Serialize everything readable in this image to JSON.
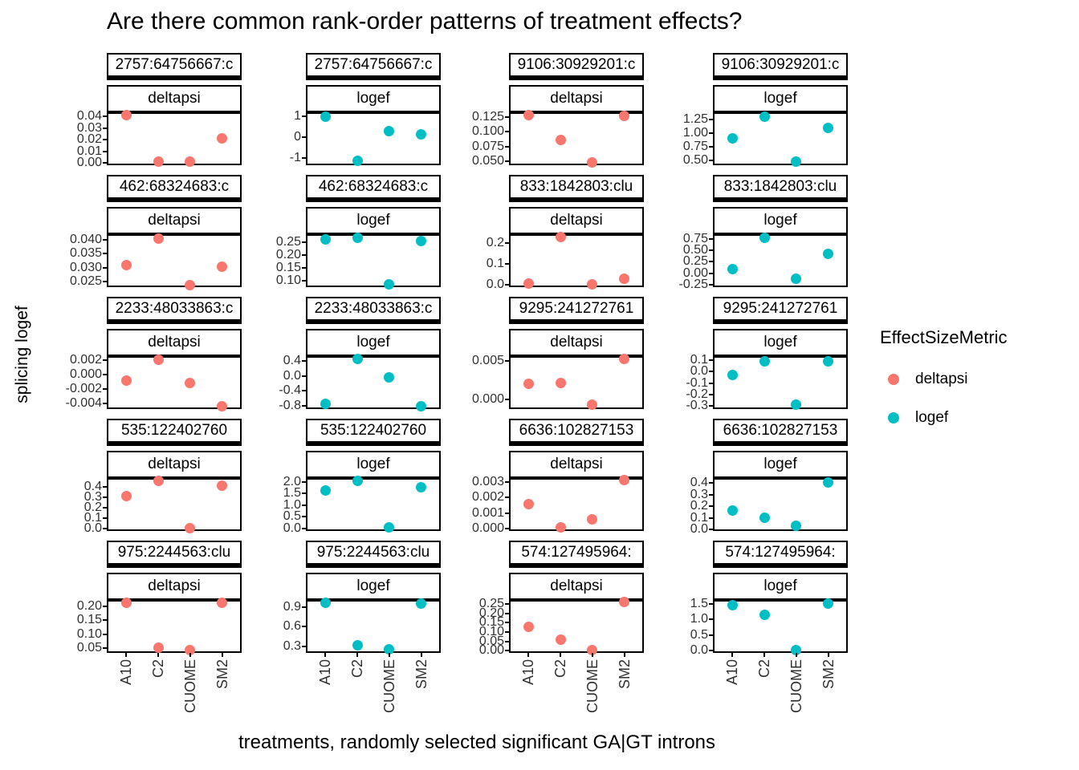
{
  "title": "Are there common rank-order patterns of treatment effects?",
  "axes": {
    "x_title": "treatments, randomly selected significant GA|GT introns",
    "y_title": "splicing logef"
  },
  "legend": {
    "title": "EffectSizeMetric",
    "entries": [
      {
        "label": "deltapsi",
        "color": "#F8766D"
      },
      {
        "label": "logef",
        "color": "#00BFC4"
      }
    ]
  },
  "chart_data": {
    "type": "scatter",
    "title": "Are there common rank-order patterns of treatment effects?",
    "xlabel": "treatments, randomly selected significant GA|GT introns",
    "ylabel": "splicing logef",
    "legend_position": "right",
    "grid": {
      "rows": 5,
      "cols": 4,
      "gridlines": false
    },
    "x_categories": [
      "A10",
      "C2",
      "CUOME",
      "SM2"
    ],
    "colors": {
      "deltapsi": "#F8766D",
      "logef": "#00BFC4"
    },
    "panels": [
      {
        "strip_intron": "2757:64756667:c",
        "strip_metric": "deltapsi",
        "yticks": [
          0.04,
          0.03,
          0.02,
          0.01,
          0.0
        ],
        "ytick_labels": [
          "0.04",
          "0.03",
          "0.02",
          "0.01",
          "0.00"
        ],
        "ylim": [
          -0.002,
          0.0435
        ],
        "values": [
          0.041,
          0.0008,
          0.0012,
          0.021
        ]
      },
      {
        "strip_intron": "2757:64756667:c",
        "strip_metric": "logef",
        "yticks": [
          1,
          0,
          -1
        ],
        "ytick_labels": [
          "1",
          "0",
          "-1"
        ],
        "ylim": [
          -1.35,
          1.2
        ],
        "values": [
          1.0,
          -1.15,
          0.3,
          0.15
        ]
      },
      {
        "strip_intron": "9106:30929201:c",
        "strip_metric": "deltapsi",
        "yticks": [
          0.125,
          0.1,
          0.075,
          0.05
        ],
        "ytick_labels": [
          "0.125",
          "0.100",
          "0.075",
          "0.050"
        ],
        "ylim": [
          0.043,
          0.133
        ],
        "values": [
          0.128,
          0.086,
          0.048,
          0.127
        ]
      },
      {
        "strip_intron": "9106:30929201:c",
        "strip_metric": "logef",
        "yticks": [
          1.25,
          1.0,
          0.75,
          0.5
        ],
        "ytick_labels": [
          "1.25",
          "1.00",
          "0.75",
          "0.50"
        ],
        "ylim": [
          0.41,
          1.38
        ],
        "values": [
          0.9,
          1.3,
          0.47,
          1.1
        ]
      },
      {
        "strip_intron": "462:68324683:c",
        "strip_metric": "deltapsi",
        "yticks": [
          0.04,
          0.035,
          0.03,
          0.025
        ],
        "ytick_labels": [
          "0.040",
          "0.035",
          "0.030",
          "0.025"
        ],
        "ylim": [
          0.023,
          0.042
        ],
        "values": [
          0.031,
          0.0405,
          0.0238,
          0.0302
        ]
      },
      {
        "strip_intron": "462:68324683:c",
        "strip_metric": "logef",
        "yticks": [
          0.25,
          0.2,
          0.15,
          0.1
        ],
        "ytick_labels": [
          "0.25",
          "0.20",
          "0.15",
          "0.10"
        ],
        "ylim": [
          0.075,
          0.28
        ],
        "values": [
          0.26,
          0.265,
          0.085,
          0.255
        ]
      },
      {
        "strip_intron": "833:1842803:clu",
        "strip_metric": "deltapsi",
        "yticks": [
          0.2,
          0.1,
          0.0
        ],
        "ytick_labels": [
          "0.2",
          "0.1",
          "0.0"
        ],
        "ylim": [
          -0.012,
          0.243
        ],
        "values": [
          0.004,
          0.23,
          0.002,
          0.03
        ]
      },
      {
        "strip_intron": "833:1842803:clu",
        "strip_metric": "logef",
        "yticks": [
          0.75,
          0.5,
          0.25,
          0.0,
          -0.25
        ],
        "ytick_labels": [
          "0.75",
          "0.50",
          "0.25",
          "0.00",
          "-0.25"
        ],
        "ylim": [
          -0.3,
          0.85
        ],
        "values": [
          0.1,
          0.78,
          -0.12,
          0.42
        ]
      },
      {
        "strip_intron": "2233:48033863:c",
        "strip_metric": "deltapsi",
        "yticks": [
          0.002,
          0.0,
          -0.002,
          -0.004
        ],
        "ytick_labels": [
          "0.002",
          "0.000",
          "-0.002",
          "-0.004"
        ],
        "ylim": [
          -0.0048,
          0.0026
        ],
        "values": [
          -0.0008,
          0.0021,
          -0.0012,
          -0.0044
        ]
      },
      {
        "strip_intron": "2233:48033863:c",
        "strip_metric": "logef",
        "yticks": [
          0.4,
          0.0,
          -0.4,
          -0.8
        ],
        "ytick_labels": [
          "0.4",
          "0.0",
          "-0.4",
          "-0.8"
        ],
        "ylim": [
          -0.88,
          0.52
        ],
        "values": [
          -0.75,
          0.45,
          -0.05,
          -0.8
        ]
      },
      {
        "strip_intron": "9295:241272761",
        "strip_metric": "deltapsi",
        "yticks": [
          0.005,
          0.0
        ],
        "ytick_labels": [
          "0.005",
          "0.000"
        ],
        "ylim": [
          -0.0012,
          0.0056
        ],
        "values": [
          0.002,
          0.0021,
          -0.0006,
          0.0052
        ]
      },
      {
        "strip_intron": "9295:241272761",
        "strip_metric": "logef",
        "yticks": [
          0.1,
          0.0,
          -0.1,
          -0.2,
          -0.3
        ],
        "ytick_labels": [
          "0.1",
          "0.0",
          "-0.1",
          "-0.2",
          "-0.3"
        ],
        "ylim": [
          -0.325,
          0.135
        ],
        "values": [
          -0.03,
          0.09,
          -0.29,
          0.09
        ]
      },
      {
        "strip_intron": "535:122402760",
        "strip_metric": "deltapsi",
        "yticks": [
          0.4,
          0.3,
          0.2,
          0.1,
          0.0
        ],
        "ytick_labels": [
          "0.4",
          "0.3",
          "0.2",
          "0.1",
          "0.0"
        ],
        "ylim": [
          -0.022,
          0.485
        ],
        "values": [
          0.31,
          0.46,
          0.005,
          0.41
        ]
      },
      {
        "strip_intron": "535:122402760",
        "strip_metric": "logef",
        "yticks": [
          2.0,
          1.5,
          1.0,
          0.5,
          0.0
        ],
        "ytick_labels": [
          "2.0",
          "1.5",
          "1.0",
          "0.5",
          "0.0"
        ],
        "ylim": [
          -0.12,
          2.16
        ],
        "values": [
          1.62,
          2.05,
          0.03,
          1.78
        ]
      },
      {
        "strip_intron": "6636:102827153",
        "strip_metric": "deltapsi",
        "yticks": [
          0.003,
          0.002,
          0.001,
          0.0
        ],
        "ytick_labels": [
          "0.003",
          "0.002",
          "0.001",
          "0.000"
        ],
        "ylim": [
          -0.00015,
          0.00325
        ],
        "values": [
          0.0016,
          8e-05,
          0.0006,
          0.0031
        ]
      },
      {
        "strip_intron": "6636:102827153",
        "strip_metric": "logef",
        "yticks": [
          0.4,
          0.3,
          0.2,
          0.1,
          0.0
        ],
        "ytick_labels": [
          "0.4",
          "0.3",
          "0.2",
          "0.1",
          "0.0"
        ],
        "ylim": [
          -0.015,
          0.445
        ],
        "values": [
          0.16,
          0.1,
          0.03,
          0.41
        ]
      },
      {
        "strip_intron": "975:2244563:clu",
        "strip_metric": "deltapsi",
        "yticks": [
          0.2,
          0.15,
          0.1,
          0.05
        ],
        "ytick_labels": [
          "0.20",
          "0.15",
          "0.10",
          "0.05"
        ],
        "ylim": [
          0.032,
          0.224
        ],
        "values": [
          0.215,
          0.05,
          0.042,
          0.213
        ]
      },
      {
        "strip_intron": "975:2244563:clu",
        "strip_metric": "logef",
        "yticks": [
          0.9,
          0.6,
          0.3
        ],
        "ytick_labels": [
          "0.9",
          "0.6",
          "0.3"
        ],
        "ylim": [
          0.2,
          1.01
        ],
        "values": [
          0.97,
          0.32,
          0.26,
          0.95
        ]
      },
      {
        "strip_intron": "574:127495964:",
        "strip_metric": "deltapsi",
        "yticks": [
          0.25,
          0.2,
          0.15,
          0.1,
          0.05,
          0.0
        ],
        "ytick_labels": [
          "0.25",
          "0.20",
          "0.15",
          "0.10",
          "0.05",
          "0.00"
        ],
        "ylim": [
          -0.012,
          0.272
        ],
        "values": [
          0.13,
          0.06,
          0.004,
          0.26
        ]
      },
      {
        "strip_intron": "574:127495964:",
        "strip_metric": "logef",
        "yticks": [
          1.5,
          1.0,
          0.5,
          0.0
        ],
        "ytick_labels": [
          "1.5",
          "1.0",
          "0.5",
          "0.0"
        ],
        "ylim": [
          -0.08,
          1.63
        ],
        "values": [
          1.45,
          1.15,
          0.02,
          1.52
        ]
      }
    ]
  }
}
